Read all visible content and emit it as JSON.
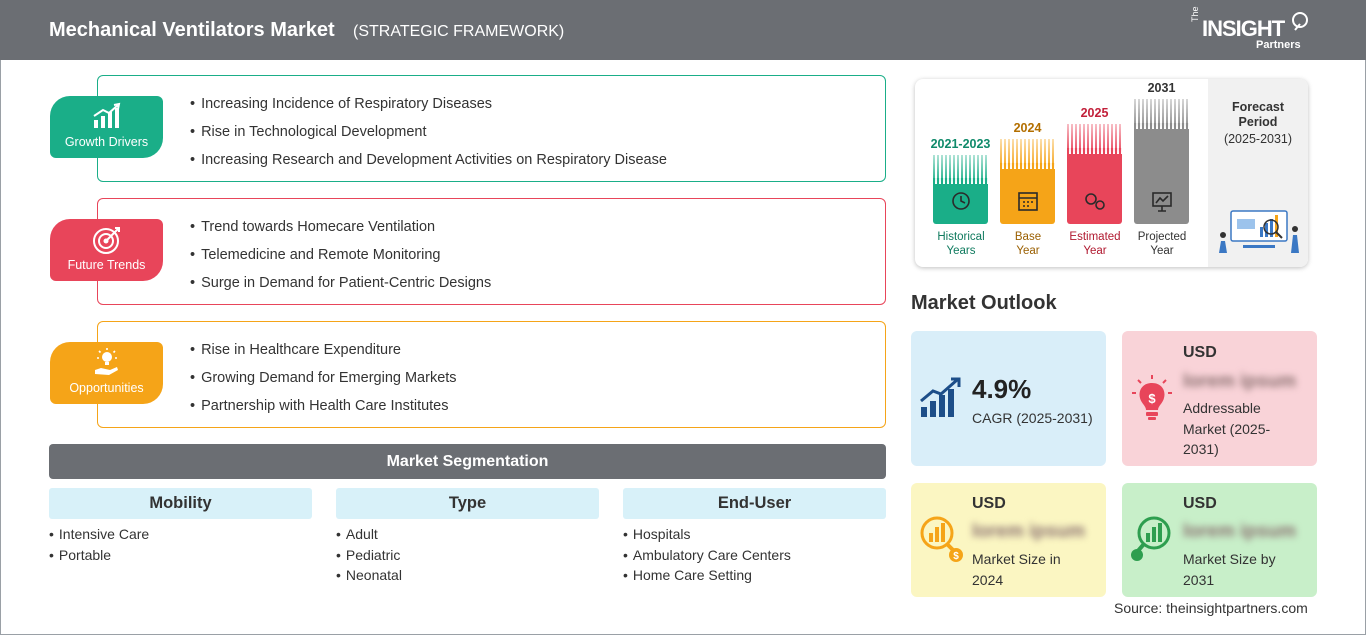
{
  "header": {
    "title": "Mechanical Ventilators Market",
    "subtitle": "(STRATEGIC FRAMEWORK)",
    "logo_the": "The",
    "logo_insight": "INSIGHT",
    "logo_partners": "Partners"
  },
  "colors": {
    "drivers": "#1aae88",
    "trends": "#e8455a",
    "opportunities": "#f5a418",
    "header": "#6b6e73"
  },
  "growth_drivers": {
    "label": "Growth Drivers",
    "icon": "growth-chart-icon",
    "items": [
      "Increasing Incidence of Respiratory Diseases",
      "Rise in Technological Development",
      "Increasing Research and Development Activities on Respiratory Disease"
    ]
  },
  "future_trends": {
    "label": "Future Trends",
    "icon": "target-icon",
    "items": [
      "Trend towards Homecare Ventilation",
      "Telemedicine and Remote Monitoring",
      "Surge in Demand for Patient-Centric Designs"
    ]
  },
  "opportunities": {
    "label": "Opportunities",
    "icon": "lightbulb-hand-icon",
    "items": [
      "Rise in Healthcare Expenditure",
      "Growing Demand for Emerging Markets",
      "Partnership with Health Care Institutes"
    ]
  },
  "segmentation": {
    "title": "Market Segmentation",
    "columns": [
      {
        "title": "Mobility",
        "items": [
          "Intensive Care",
          "Portable"
        ]
      },
      {
        "title": "Type",
        "items": [
          "Adult",
          "Pediatric",
          "Neonatal"
        ]
      },
      {
        "title": "End-User",
        "items": [
          "Hospitals",
          "Ambulatory Care Centers",
          "Home Care Setting"
        ]
      }
    ]
  },
  "timeline": {
    "periods": [
      {
        "year": "2021-2023",
        "label1": "Historical",
        "label2": "Years",
        "color": "#1aae88",
        "icon": "history-icon",
        "level": 0.55
      },
      {
        "year": "2024",
        "label1": "Base",
        "label2": "Year",
        "color": "#f5a418",
        "icon": "calendar-icon",
        "level": 0.68
      },
      {
        "year": "2025",
        "label1": "Estimated",
        "label2": "Year",
        "color": "#e8455a",
        "icon": "gears-icon",
        "level": 0.8
      },
      {
        "year": "2031",
        "label1": "Projected",
        "label2": "Year",
        "color": "#8c8c8c",
        "icon": "presentation-icon",
        "level": 1.0
      }
    ],
    "forecast_title": "Forecast Period",
    "forecast_range": "(2025-2031)"
  },
  "outlook": {
    "title": "Market Outlook",
    "cagr_value": "4.9%",
    "cagr_label": "CAGR (2025-2031)",
    "addressable_usd": "USD",
    "addressable_value": "lorem ipsum",
    "addressable_label": "Addressable Market (2025-2031)",
    "size2024_usd": "USD",
    "size2024_value": "lorem ipsum",
    "size2024_label": "Market Size in 2024",
    "size2031_usd": "USD",
    "size2031_value": "lorem ipsum",
    "size2031_label": "Market Size by 2031"
  },
  "source": "Source: theinsightpartners.com"
}
